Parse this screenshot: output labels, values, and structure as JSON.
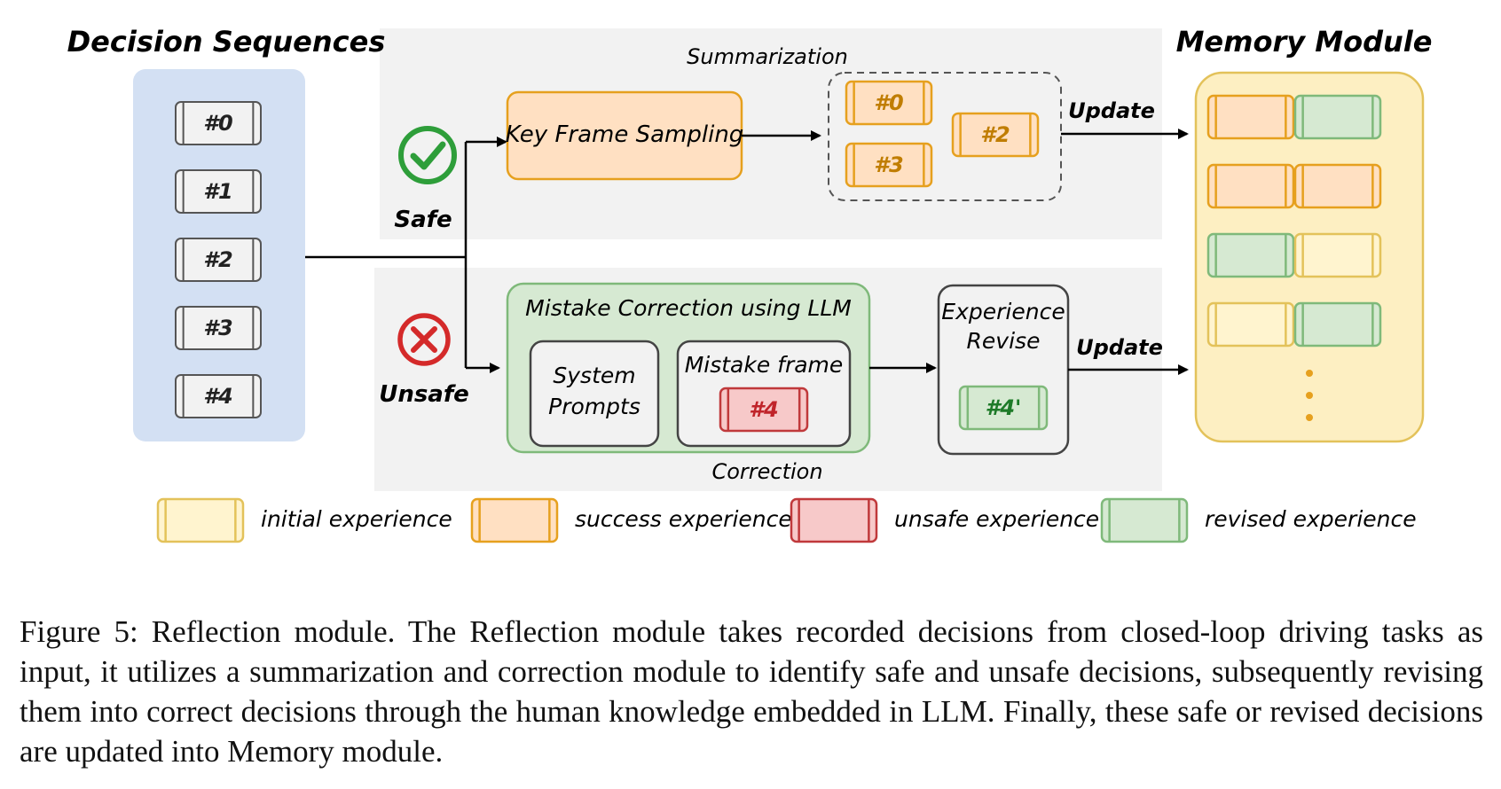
{
  "titles": {
    "decision_sequences": "Decision Sequences",
    "memory_module": "Memory Module"
  },
  "decision_items": [
    "#0",
    "#1",
    "#2",
    "#3",
    "#4"
  ],
  "safe_branch": {
    "label": "Safe",
    "icon": "check-circle-icon",
    "color": "#2e9e3a",
    "section_title": "Summarization",
    "process_label": "Key Frame Sampling",
    "sampled_items": [
      "#0",
      "#2",
      "#3"
    ],
    "update_label": "Update"
  },
  "unsafe_branch": {
    "label": "Unsafe",
    "icon": "x-circle-icon",
    "color": "#d42a2a",
    "section_title": "Correction",
    "correction_box_title": "Mistake Correction using LLM",
    "system_prompts_line1": "System",
    "system_prompts_line2": "Prompts",
    "mistake_frame_label": "Mistake frame",
    "mistake_item": "#4",
    "revise_line1": "Experience",
    "revise_line2": "Revise",
    "revised_item": "#4'",
    "update_label": "Update"
  },
  "memory_slots": [
    [
      "success",
      "revised"
    ],
    [
      "success",
      "success"
    ],
    [
      "revised",
      "initial"
    ],
    [
      "initial",
      "revised"
    ]
  ],
  "legend": [
    {
      "kind": "initial",
      "label": "initial experience"
    },
    {
      "kind": "success",
      "label": "success experience"
    },
    {
      "kind": "unsafe",
      "label": "unsafe experience"
    },
    {
      "kind": "revised",
      "label": "revised experience"
    }
  ],
  "colors": {
    "initial": {
      "fill": "#fff4cf",
      "stroke": "#e3c25a"
    },
    "success": {
      "fill": "#ffe0c2",
      "stroke": "#e6a01e"
    },
    "unsafe": {
      "fill": "#f7c9c9",
      "stroke": "#c0393b"
    },
    "revised": {
      "fill": "#d6e9d2",
      "stroke": "#7fb97a"
    },
    "decision_panel": "#d3e0f3",
    "memory_panel": "#fdefc2",
    "section_bg": "#f2f2f2"
  },
  "caption": "Figure 5: Reflection module. The Reflection module takes recorded decisions from closed-loop driving tasks as input, it utilizes a summarization and correction module to identify safe and unsafe decisions, subsequently revising them into correct decisions through the human knowledge embedded in LLM. Finally, these safe or revised decisions are updated into Memory module."
}
